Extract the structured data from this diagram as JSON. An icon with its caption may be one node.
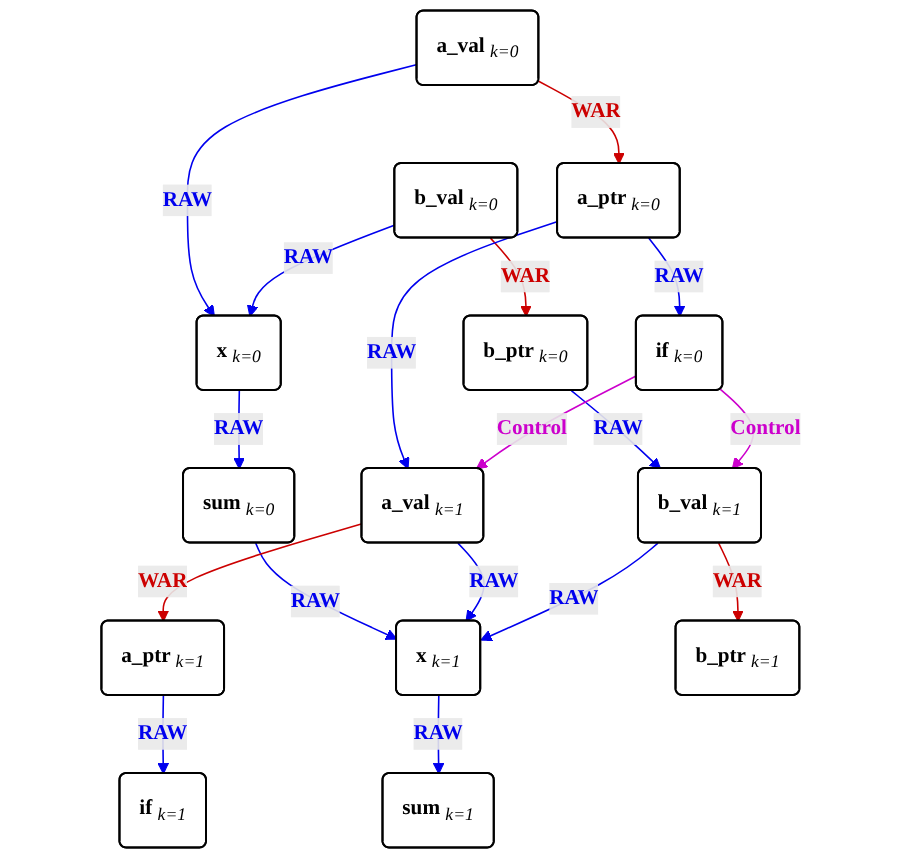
{
  "diagram": {
    "nodes": [
      {
        "text": [
          "a_val $_{k=0}$"
        ]
      },
      {
        "text": [
          "b_val $_{k=0}$"
        ]
      },
      {
        "text": [
          "a_ptr $_{k=0}$"
        ]
      },
      {
        "text": [
          "x $_{k=0}$"
        ]
      },
      {
        "text": [
          "b_ptr $_{k=0}$"
        ]
      },
      {
        "text": [
          "if $_{k=0}$"
        ]
      },
      {
        "text": [
          "sum $_{k=0}$"
        ]
      },
      {
        "text": [
          "a_val $_{k=1}$"
        ]
      },
      {
        "text": [
          "b_val $_{k=1}$"
        ]
      },
      {
        "text": [
          "a_ptr $_{k=1}$"
        ]
      },
      {
        "text": [
          "x $_{k=1}$"
        ]
      },
      {
        "text": [
          "b_ptr $_{k=1}$"
        ]
      },
      {
        "text": [
          "if $_{k=1}$"
        ]
      },
      {
        "text": [
          "sum $_{k=1}$"
        ]
      }
    ],
    "edges": [
      {
        "from": 0,
        "to": 2,
        "arrow": "to",
        "label": "WAR",
        "color": "#cc0000"
      },
      {
        "from": 0,
        "to": 3,
        "arrow": "to",
        "label": "RAW"
      },
      {
        "from": 1,
        "to": 3,
        "arrow": "to",
        "label": "RAW"
      },
      {
        "from": 1,
        "to": 4,
        "arrow": "to",
        "label": "WAR",
        "color": "#cc0000"
      },
      {
        "from": 2,
        "to": 5,
        "arrow": "to",
        "label": "RAW"
      },
      {
        "from": 2,
        "to": 7,
        "arrow": "to",
        "label": "RAW"
      },
      {
        "from": 3,
        "to": 6,
        "arrow": "to",
        "label": "RAW"
      },
      {
        "from": 4,
        "to": 8,
        "arrow": "to",
        "label": "RAW"
      },
      {
        "from": 5,
        "to": 7,
        "arrow": "to",
        "label": "Control",
        "color": "#cc00cc"
      },
      {
        "from": 5,
        "to": 8,
        "arrow": "to",
        "label": "Control",
        "color": "#cc00cc"
      },
      {
        "from": 6,
        "to": 10,
        "arrow": "to",
        "label": "RAW"
      },
      {
        "from": 7,
        "to": 9,
        "arrow": "to",
        "label": "WAR",
        "color": "#cc0000"
      },
      {
        "from": 7,
        "to": 10,
        "arrow": "to",
        "label": "RAW"
      },
      {
        "from": 8,
        "to": 10,
        "arrow": "to",
        "label": "RAW"
      },
      {
        "from": 8,
        "to": 11,
        "arrow": "to",
        "label": "WAR",
        "color": "#cc0000"
      },
      {
        "from": 9,
        "to": 12,
        "arrow": "to",
        "label": "RAW"
      },
      {
        "from": 10,
        "to": 13,
        "arrow": "to",
        "label": "RAW"
      }
    ]
  }
}
